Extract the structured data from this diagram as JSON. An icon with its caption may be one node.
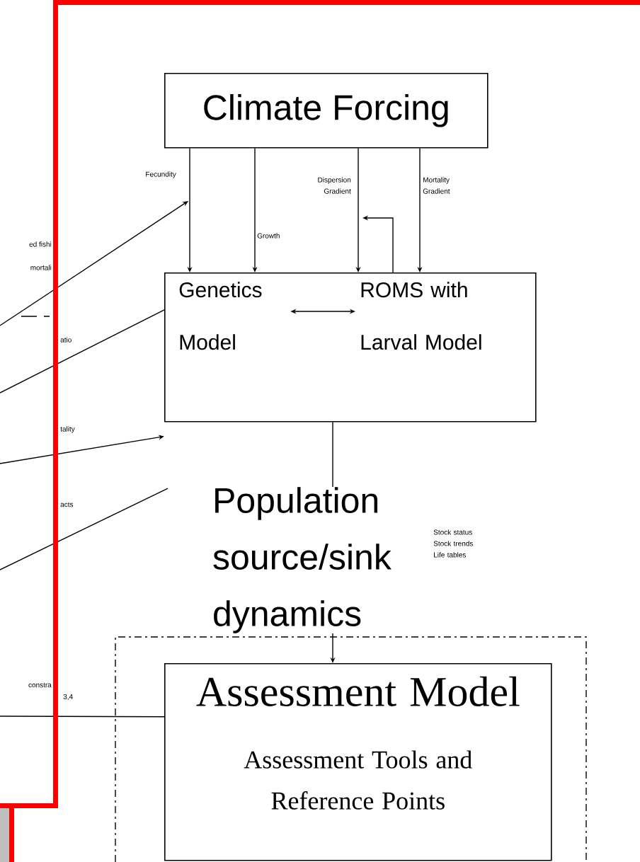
{
  "diagram": {
    "nodes": [
      {
        "text": [
          "Climate Forcing"
        ]
      },
      {
        "text": [],
        "shape": "box"
      },
      {
        "text": [
          "Genetics Model"
        ],
        "in": 1
      },
      {
        "text": [
          "ROMS with Larval Model"
        ],
        "in": 1
      },
      {
        "text": [
          "Population source/sink dynamics"
        ],
        "beside": [
          "Stock status Stock trends Life tables"
        ]
      },
      {
        "text": [],
        "shape": "box"
      },
      {
        "text": [
          "Assessment  Model",
          "Assessment Tools and Reference Points"
        ],
        "in": 5
      }
    ],
    "edges": [
      {
        "from": 0,
        "to": 1,
        "arrow": "to",
        "label": "Fecundity"
      },
      {
        "from": 0,
        "to": 1,
        "arrow": "to",
        "label": "Growth"
      },
      {
        "from": 0,
        "to": 1,
        "arrow": "to",
        "label": "Dispersion Gradient"
      },
      {
        "from": 0,
        "to": 1,
        "arrow": "to",
        "label": "Mortality Gradient"
      },
      {
        "from": 1,
        "to": null,
        "arrow": "to"
      },
      {
        "from": 2,
        "to": 3,
        "arrow": "both"
      },
      {
        "from": null,
        "to": 1,
        "arrow": "none"
      },
      {
        "from": null,
        "to": 1,
        "arrow": "to"
      },
      {
        "from": 1,
        "to": 4,
        "arrow": "none"
      },
      {
        "from": 4,
        "to": 6,
        "arrow": "to"
      },
      {
        "from": null,
        "to": 6,
        "arrow": "none",
        "label": "3,4"
      }
    ],
    "labels": [
      "ed fishi",
      "mortali",
      "atio",
      "tality",
      "acts",
      "constra"
    ]
  }
}
